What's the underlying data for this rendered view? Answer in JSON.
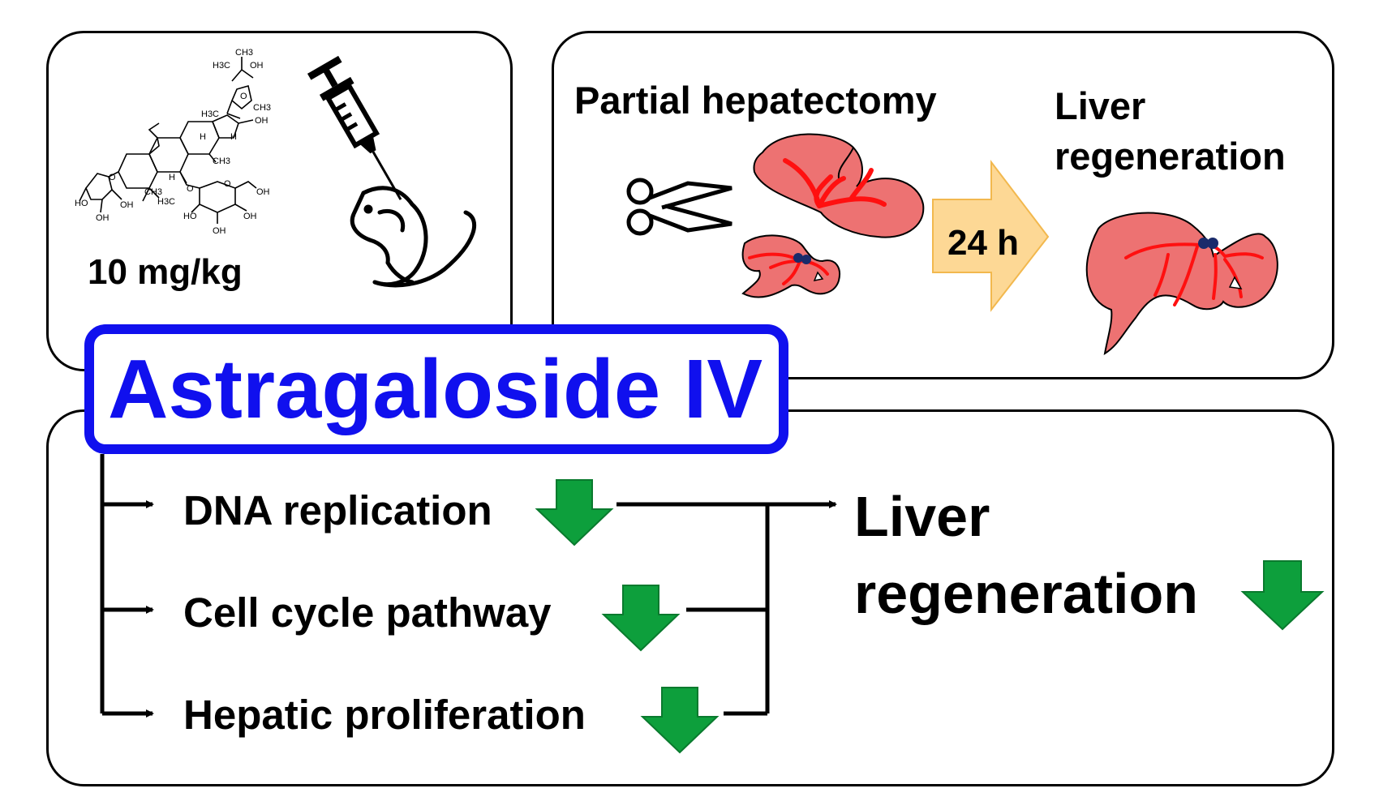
{
  "dose_panel": {
    "dose": "10 mg/kg",
    "structure_labels": [
      "CH3",
      "H3C",
      "OH",
      "O",
      "CH3",
      "H3C",
      "OH",
      "H",
      "H",
      "CH3",
      "O",
      "HO",
      "OH",
      "OH",
      "H",
      "H3C",
      "CH3",
      "O",
      "O",
      "OH",
      "HO",
      "OH",
      "OH"
    ],
    "icons": [
      "astragaloside-structure-icon",
      "syringe-icon",
      "mouse-icon"
    ]
  },
  "surgery_panel": {
    "procedure": "Partial hepatectomy",
    "time": "24 h",
    "outcome": "Liver\nregeneration",
    "icons": [
      "scissors-icon",
      "liver-icon",
      "arrow-right-icon"
    ]
  },
  "title": "Astragaloside IV",
  "effects_panel": {
    "items": [
      {
        "label": "DNA replication",
        "direction": "down"
      },
      {
        "label": "Cell cycle pathway",
        "direction": "down"
      },
      {
        "label": "Hepatic proliferation",
        "direction": "down"
      }
    ],
    "outcome": "Liver\nregeneration",
    "outcome_direction": "down"
  },
  "colors": {
    "title": "#1010ee",
    "down_arrow": "#0d9f3c",
    "time_arrow": "#fdd895",
    "liver_fill": "#ed7272",
    "vessel": "#ff1010",
    "vessel_node": "#1a2b6b"
  }
}
